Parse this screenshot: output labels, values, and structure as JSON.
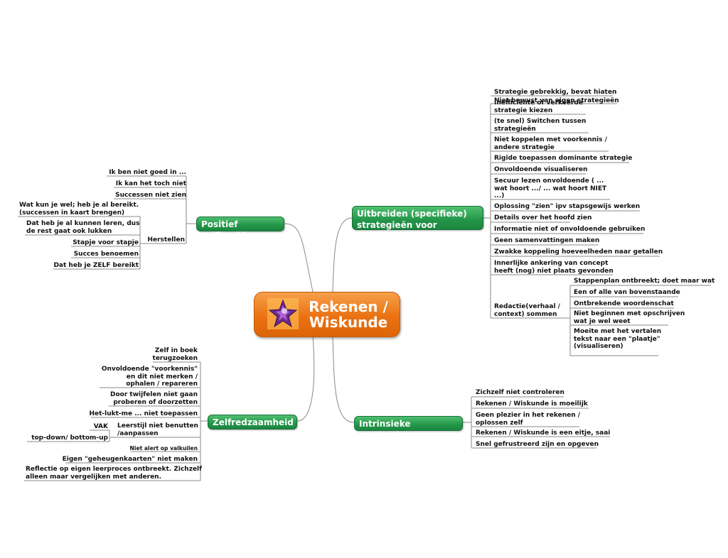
{
  "center": {
    "title": "Rekenen /\nWiskunde",
    "logo_icon": "purple-star-logo-icon"
  },
  "colors": {
    "center": "#ea7212",
    "main": "#239548",
    "line": "#8a8a8a"
  },
  "branches": {
    "positief": {
      "label": "Positief zelfbeeld",
      "items": [
        "Ik ben niet goed in ...",
        "Ik kan het toch niet",
        "Successen niet zien"
      ],
      "herstellen": {
        "label": "Herstellen",
        "items": [
          "Wat kun je wel; heb je al bereikt.\n(successen in kaart brengen)",
          "Dat heb je al kunnen leren, dus\nde rest gaat ook lukken",
          "Stapje voor stapje",
          "Succes benoemen",
          "Dat heb je ZELF bereikt"
        ]
      }
    },
    "zelfredzaamheid": {
      "label": "Zelfredzaamheid",
      "items": [
        "Zelf in boek\nterugzoeken",
        "Onvoldoende \"voorkennis\"\nen dit niet merken /\nophalen / repareren",
        "Door twijfelen niet gaan\nproberen of doorzetten",
        "Het-lukt-me ... niet toepassen"
      ],
      "leerstijl": {
        "label": "Leerstijl niet benutten\n/aanpassen",
        "items": [
          "VAK",
          "top-down/ bottom-up"
        ]
      },
      "items2": [
        "Niet alert op valkuilen",
        "Eigen \"geheugenkaarten\" niet maken",
        "Reflectie op eigen leerproces ontbreekt. Zichzelf\nalleen maar vergelijken met anderen."
      ]
    },
    "uitbreiden": {
      "label": "Uitbreiden (specifieke)\nstrategieën voor",
      "items": [
        "Niet bewust van eigen strategieën",
        "Strategie gebrekkig, bevat hiaten",
        "Inefficiënte of verkeerde\nstrategie kiezen",
        "(te snel) Switchen tussen\nstrategieën",
        "Niet koppelen met voorkennis /\nandere strategie",
        "Rigide toepassen dominante strategie",
        "Onvoldoende visualiseren",
        "Secuur lezen onvoldoende ( ...\nwat hoort .../ ... wat hoort NIET\n...)",
        "Oplossing \"zien\" ipv stapsgewijs werken",
        "Details over het hoofd zien",
        "Informatie niet of onvoldoende gebruiken",
        "Geen samenvattingen maken",
        "Zwakke koppeling hoeveelheden naar getallen",
        "Innerlijke ankering van concept\nheeft (nog) niet plaats gevonden"
      ],
      "redactie": {
        "label": "Redactie(verhaal /\ncontext) sommen",
        "items": [
          "Stappenplan ontbreekt; doet maar wat",
          "Een of alle van bovenstaande",
          "Ontbrekende woordenschat",
          "Niet beginnen met opschrijven\nwat je wel weet",
          "Moeite met het vertalen\ntekst naar een \"plaatje\"\n(visualiseren)"
        ]
      }
    },
    "intrinsiek": {
      "label": "Intrinsieke motivatie",
      "items": [
        "Zichzelf niet controleren",
        "Rekenen / Wiskunde is moeilijk",
        "Geen plezier in het rekenen /\noplossen zelf",
        "Rekenen / Wiskunde is een eitje, saai",
        "Snel gefrustreerd zijn en opgeven"
      ]
    }
  }
}
